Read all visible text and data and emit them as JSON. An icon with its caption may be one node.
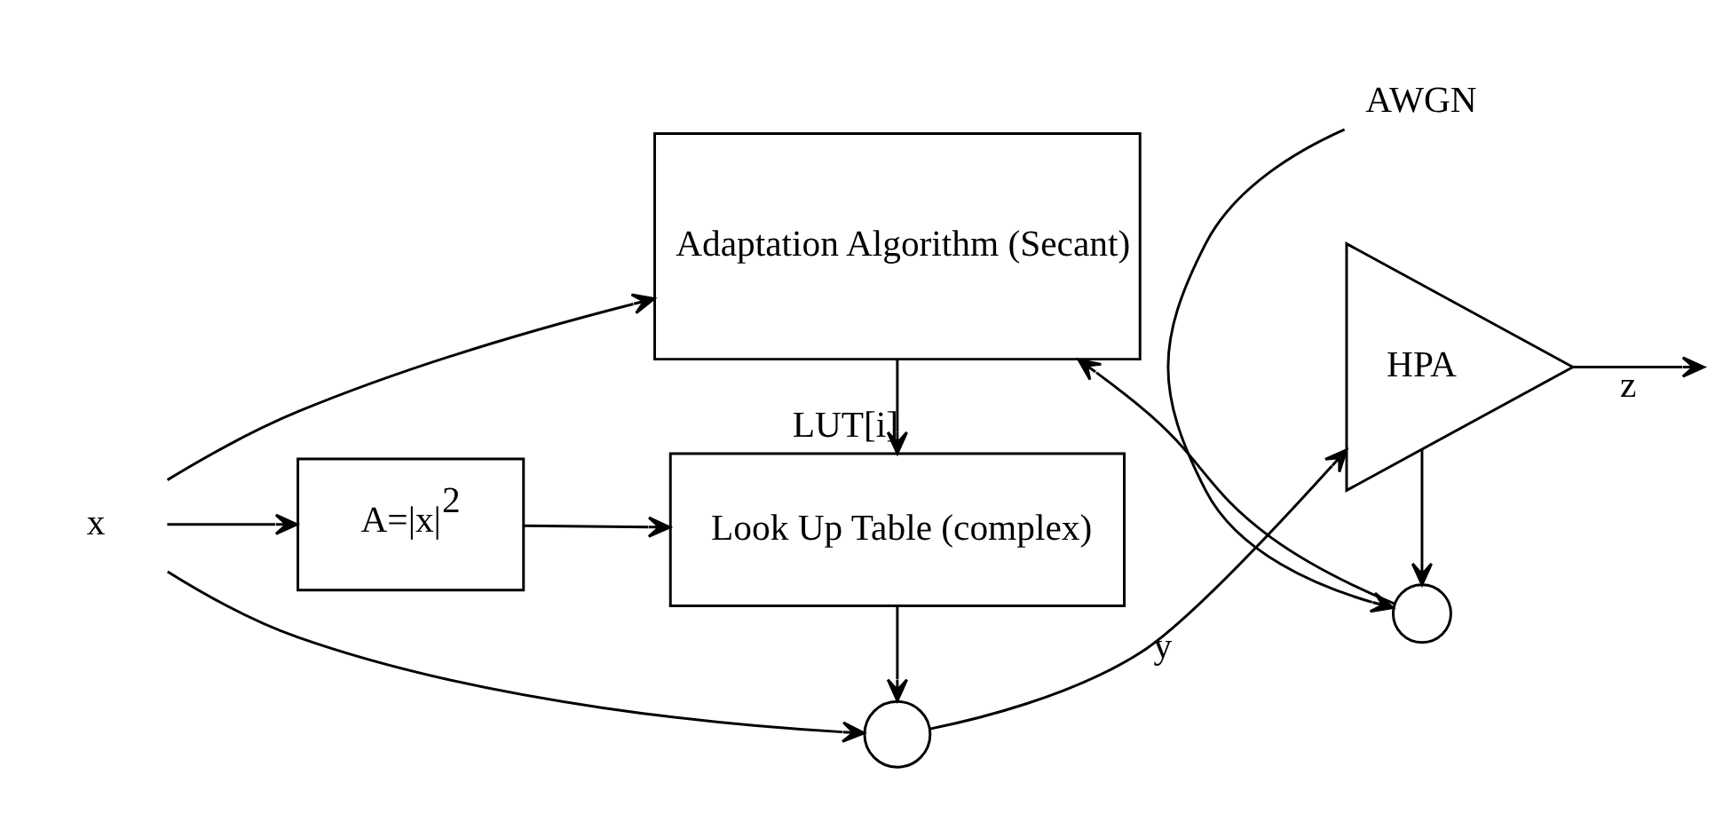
{
  "diagram": {
    "nodes": [
      {
        "text": [
          "x"
        ]
      },
      {
        "text": [],
        "shape": "circle"
      },
      {
        "text": [
          "HPA"
        ]
      },
      {
        "text": [
          "A=|x|$^{2}$"
        ]
      },
      {
        "text": [
          "Look Up Table (complex)"
        ]
      },
      {
        "text": [
          "AWGN"
        ]
      },
      {
        "text": [],
        "shape": "circle"
      },
      {
        "text": [
          "Adaptation Algorithm (Secant)"
        ]
      }
    ],
    "edges": [
      {
        "from": 0,
        "to": 1,
        "arrow": "to"
      },
      {
        "from": 0,
        "to": 3,
        "arrow": "to"
      },
      {
        "from": 0,
        "to": 7,
        "arrow": "to"
      },
      {
        "from": 1,
        "to": 2,
        "label": "y",
        "arrow": "to"
      },
      {
        "from": 2,
        "to": null,
        "label": "z",
        "arrow": "to"
      },
      {
        "from": 3,
        "to": 4,
        "arrow": "to"
      },
      {
        "from": 4,
        "to": 1,
        "arrow": "to"
      },
      {
        "from": 7,
        "to": 4,
        "label": "LUT[i]",
        "arrow": "to"
      },
      {
        "from": 2,
        "to": 6,
        "arrow": "to"
      },
      {
        "from": 5,
        "to": 6,
        "arrow": "to"
      },
      {
        "from": 6,
        "to": 7,
        "arrow": "to"
      }
    ]
  }
}
